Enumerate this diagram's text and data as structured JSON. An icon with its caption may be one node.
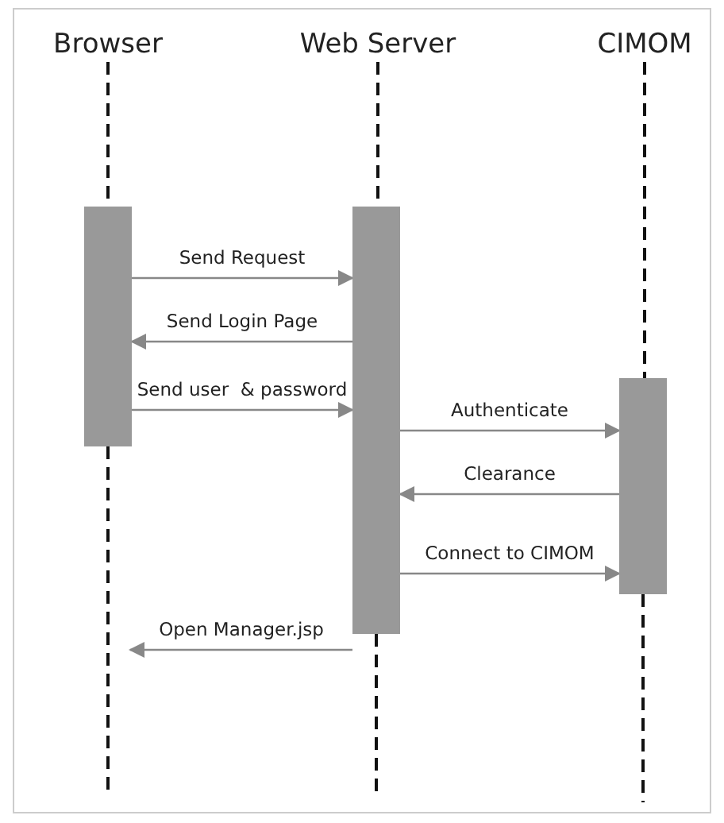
{
  "diagram": {
    "nodes": [
      {
        "text": [
          "Browser"
        ]
      },
      {
        "text": [
          "Web Server"
        ]
      },
      {
        "text": [
          "CIMOM"
        ]
      },
      {
        "text": [],
        "shape": "bar"
      },
      {
        "text": [],
        "shape": "bar"
      },
      {
        "text": [],
        "shape": "bar"
      }
    ],
    "edges": [
      {
        "from": 3,
        "to": 4,
        "arrow": "to",
        "label": "Send Request"
      },
      {
        "from": 4,
        "to": 3,
        "arrow": "to",
        "label": "Send Login Page"
      },
      {
        "from": 3,
        "to": 4,
        "arrow": "to",
        "label": "Send user  & password"
      },
      {
        "from": 4,
        "to": 5,
        "arrow": "to",
        "label": "Authenticate"
      },
      {
        "from": 5,
        "to": 4,
        "arrow": "to",
        "label": "Clearance"
      },
      {
        "from": 4,
        "to": 5,
        "arrow": "to",
        "label": "Connect to CIMOM"
      },
      {
        "from": 4,
        "to": null,
        "arrow": "to",
        "label": "Open Manager.jsp"
      },
      {
        "from": 0,
        "to": 3,
        "arrow": "none",
        "style": "dashed",
        "color": "#111111"
      },
      {
        "from": 1,
        "to": 4,
        "arrow": "none",
        "style": "dashed",
        "color": "#111111"
      },
      {
        "from": 2,
        "to": 5,
        "arrow": "none",
        "style": "dashed",
        "color": "#111111"
      },
      {
        "from": 3,
        "to": null,
        "arrow": "none",
        "style": "dashed",
        "color": "#111111"
      },
      {
        "from": 4,
        "to": null,
        "arrow": "none",
        "style": "dashed",
        "color": "#111111"
      },
      {
        "from": 5,
        "to": null,
        "arrow": "none",
        "style": "dashed",
        "color": "#111111"
      }
    ]
  }
}
